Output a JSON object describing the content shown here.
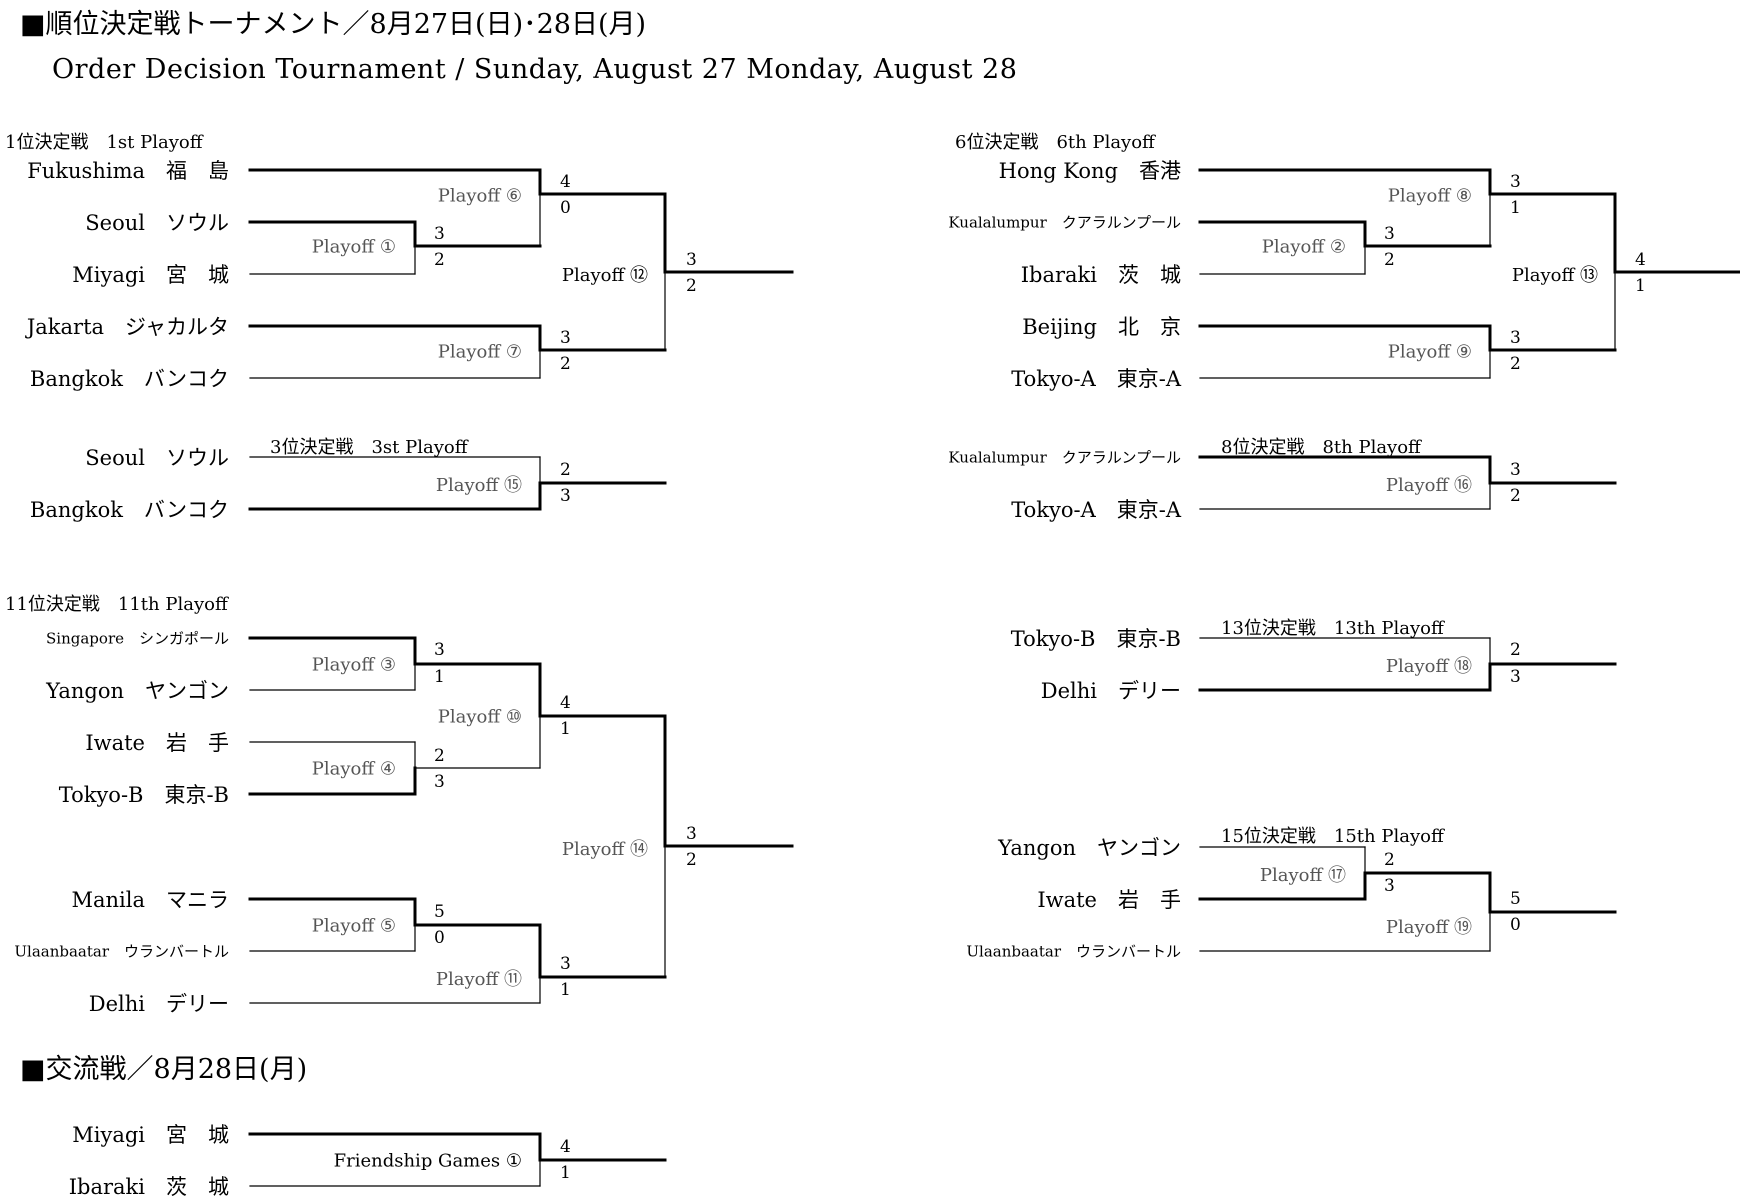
{
  "header": {
    "title_jp": "■順位決定戦トーナメント／8月27日(日)･28日(月)",
    "title_en": "Order Decision Tournament / Sunday, August 27 Monday, August 28"
  },
  "friendship_header": "■交流戦／8月28日(月)",
  "brackets": [
    {
      "id": "p1",
      "title": "1位決定戦　1st Playoff",
      "teams": [
        "Fukushima　福　島",
        "Seoul　ソウル",
        "Miyagi　宮　城",
        "Jakarta　ジャカルタ",
        "Bangkok　バンコク"
      ],
      "matches": [
        {
          "label": "Playoff ⑥",
          "scores": [
            "4",
            "0"
          ]
        },
        {
          "label": "Playoff ①",
          "scores": [
            "3",
            "2"
          ]
        },
        {
          "label": "Playoff ⑦",
          "scores": [
            "3",
            "2"
          ]
        },
        {
          "label": "Playoff ⑫",
          "scores": [
            "3",
            "2"
          ]
        }
      ]
    },
    {
      "id": "p3",
      "title": "3位決定戦　3st Playoff",
      "teams": [
        "Seoul　ソウル",
        "Bangkok　バンコク"
      ],
      "matches": [
        {
          "label": "Playoff ⑮",
          "scores": [
            "2",
            "3"
          ]
        }
      ]
    },
    {
      "id": "p11",
      "title": "11位決定戦　11th Playoff",
      "teams": [
        "Singapore　シンガポール",
        "Yangon　ヤンゴン",
        "Iwate　岩　手",
        "Tokyo-B　東京-B",
        "Manila　マニラ",
        "Ulaanbaatar　ウランバートル",
        "Delhi　デリー"
      ],
      "matches": [
        {
          "label": "Playoff ③",
          "scores": [
            "3",
            "1"
          ]
        },
        {
          "label": "Playoff ⑩",
          "scores": [
            "4",
            "1"
          ]
        },
        {
          "label": "Playoff ④",
          "scores": [
            "2",
            "3"
          ]
        },
        {
          "label": "Playoff ⑭",
          "scores": [
            "3",
            "2"
          ]
        },
        {
          "label": "Playoff ⑤",
          "scores": [
            "5",
            "0"
          ]
        },
        {
          "label": "Playoff ⑪",
          "scores": [
            "3",
            "1"
          ]
        }
      ]
    },
    {
      "id": "p6",
      "title": "6位決定戦　6th Playoff",
      "teams": [
        "Hong Kong　香港",
        "Kualalumpur　クアラルンプール",
        "Ibaraki　茨　城",
        "Beijing　北　京",
        "Tokyo-A　東京-A"
      ],
      "matches": [
        {
          "label": "Playoff ⑧",
          "scores": [
            "3",
            "1"
          ]
        },
        {
          "label": "Playoff ②",
          "scores": [
            "3",
            "2"
          ]
        },
        {
          "label": "Playoff ⑨",
          "scores": [
            "3",
            "2"
          ]
        },
        {
          "label": "Playoff ⑬",
          "scores": [
            "4",
            "1"
          ]
        }
      ]
    },
    {
      "id": "p8",
      "title": "8位決定戦　8th Playoff",
      "teams": [
        "Kualalumpur　クアラルンプール",
        "Tokyo-A　東京-A"
      ],
      "matches": [
        {
          "label": "Playoff ⑯",
          "scores": [
            "3",
            "2"
          ]
        }
      ]
    },
    {
      "id": "p13",
      "title": "13位決定戦　13th Playoff",
      "teams": [
        "Tokyo-B　東京-B",
        "Delhi　デリー"
      ],
      "matches": [
        {
          "label": "Playoff ⑱",
          "scores": [
            "2",
            "3"
          ]
        }
      ]
    },
    {
      "id": "p15",
      "title": "15位決定戦　15th Playoff",
      "teams": [
        "Yangon　ヤンゴン",
        "Iwate　岩　手",
        "Ulaanbaatar　ウランバートル"
      ],
      "matches": [
        {
          "label": "Playoff ⑰",
          "scores": [
            "2",
            "3"
          ]
        },
        {
          "label": "Playoff ⑲",
          "scores": [
            "5",
            "0"
          ]
        }
      ]
    },
    {
      "id": "fg",
      "title": "",
      "teams": [
        "Miyagi　宮　城",
        "Ibaraki　茨　城"
      ],
      "matches": [
        {
          "label": "Friendship Games ①",
          "scores": [
            "4",
            "1"
          ]
        }
      ]
    }
  ]
}
